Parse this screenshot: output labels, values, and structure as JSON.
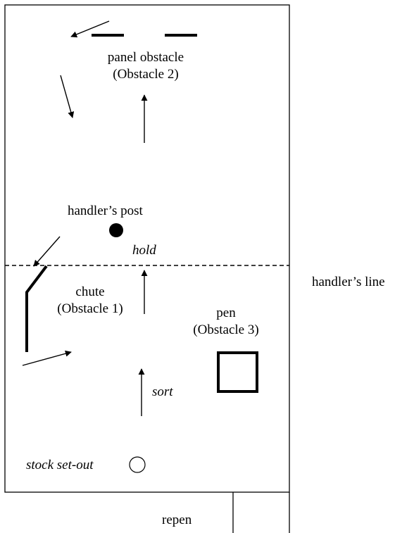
{
  "labels": {
    "panel_obstacle": "panel obstacle",
    "panel_obstacle_num": "(Obstacle 2)",
    "handlers_post": "handler’s post",
    "hold": "hold",
    "handlers_line": "handler’s line",
    "chute": "chute",
    "chute_num": "(Obstacle 1)",
    "pen": "pen",
    "pen_num": "(Obstacle 3)",
    "sort": "sort",
    "stock_set_out": "stock set-out",
    "repen": "repen"
  }
}
